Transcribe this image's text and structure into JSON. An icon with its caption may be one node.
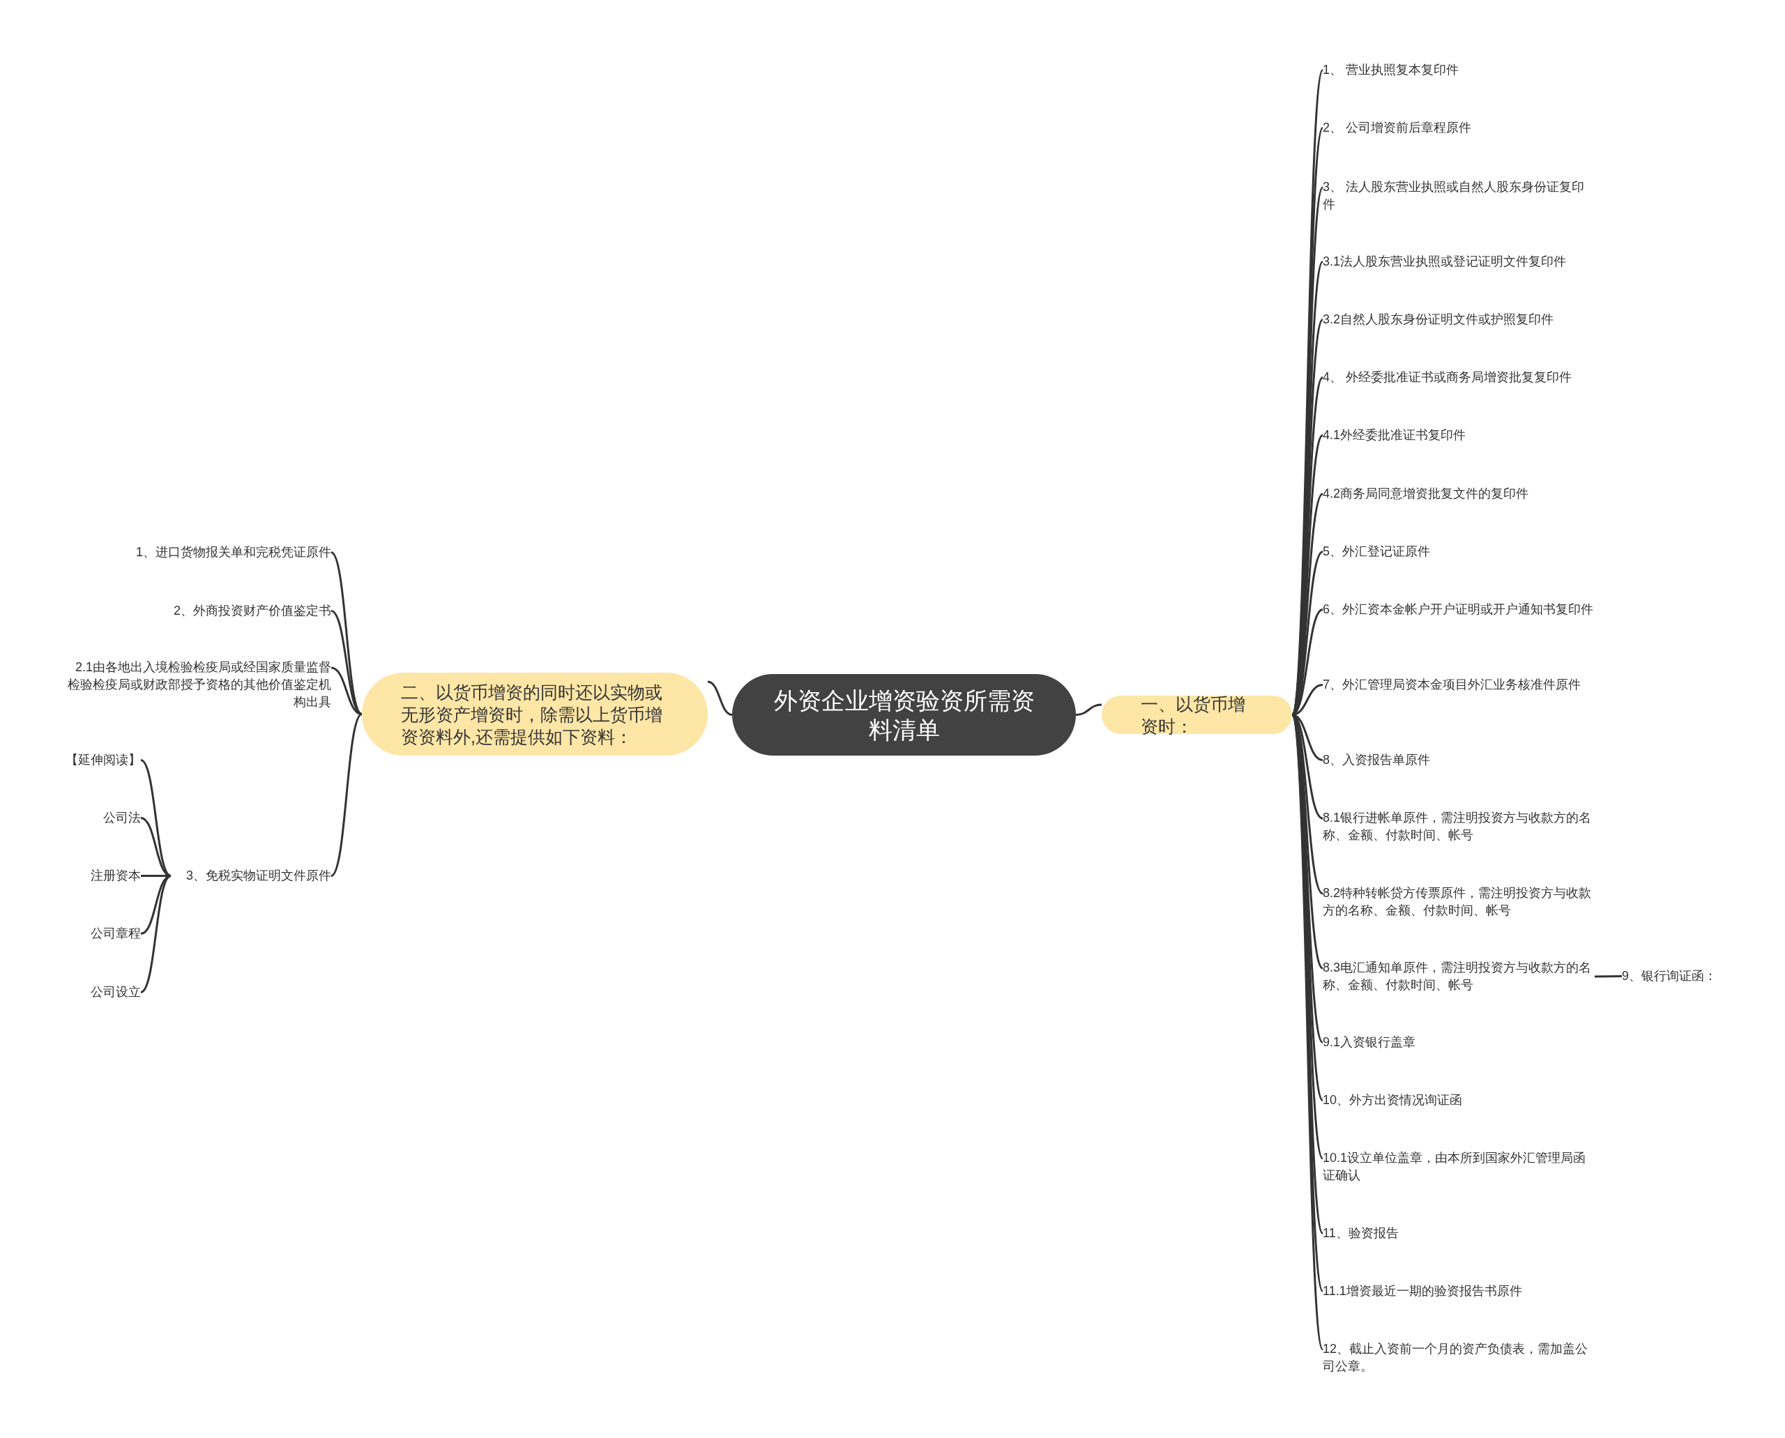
{
  "diagram": {
    "nodes": [
      {
        "text": [
          "外资企业增资验资所需资料清单"
        ]
      },
      {
        "text": [
          "一、以货币增资时："
        ]
      },
      {
        "text": [
          "1、 营业执照复本复印件"
        ]
      },
      {
        "text": [
          "2、 公司增资前后章程原件"
        ]
      },
      {
        "text": [
          "3、 法人股东营业执照或自然人股东身份证复印件"
        ]
      },
      {
        "text": [
          "3.1法人股东营业执照或登记证明文件复印件"
        ]
      },
      {
        "text": [
          "3.2自然人股东身份证明文件或护照复印件"
        ]
      },
      {
        "text": [
          "4、 外经委批准证书或商务局增资批复复印件"
        ]
      },
      {
        "text": [
          "4.1外经委批准证书复印件"
        ]
      },
      {
        "text": [
          "4.2商务局同意增资批复文件的复印件"
        ]
      },
      {
        "text": [
          "5、外汇登记证原件"
        ]
      },
      {
        "text": [
          "6、外汇资本金帐户开户证明或开户通知书复印件"
        ]
      },
      {
        "text": [
          "7、外汇管理局资本金项目外汇业务核准件原件"
        ]
      },
      {
        "text": [
          "8、入资报告单原件"
        ]
      },
      {
        "text": [
          "8.1银行进帐单原件，需注明投资方与收款方的名称、金额、付款时间、帐号"
        ]
      },
      {
        "text": [
          "8.2特种转帐贷方传票原件，需注明投资方与收款方的名称、金额、付款时间、帐号"
        ]
      },
      {
        "text": [
          "8.3电汇通知单原件，需注明投资方与收款方的名称、金额、付款时间、帐号"
        ]
      },
      {
        "text": [
          "9.1入资银行盖章"
        ]
      },
      {
        "text": [
          "10、外方出资情况询证函"
        ]
      },
      {
        "text": [
          "10.1设立单位盖章，由本所到国家外汇管理局函证确认"
        ]
      },
      {
        "text": [
          "11、验资报告"
        ]
      },
      {
        "text": [
          "11.1增资最近一期的验资报告书原件"
        ]
      },
      {
        "text": [
          "12、截止入资前一个月的资产负债表，需加盖公司公章。"
        ]
      },
      {
        "text": [
          "9、银行询证函："
        ]
      },
      {
        "text": [
          "二、以货币增资的同时还以实物或无形资产增资时，除需以上货币增资资料外,还需提供如下资料："
        ]
      },
      {
        "text": [
          "1、进口货物报关单和完税凭证原件"
        ]
      },
      {
        "text": [
          "2、外商投资财产价值鉴定书"
        ]
      },
      {
        "text": [
          "2.1由各地出入境检验检疫局或经国家质量监督检验检疫局或财政部授予资格的其他价值鉴定机构出具"
        ]
      },
      {
        "text": [
          "3、免税实物证明文件原件"
        ]
      },
      {
        "text": [
          "【延伸阅读】"
        ]
      },
      {
        "text": [
          "公司法"
        ]
      },
      {
        "text": [
          "注册资本"
        ]
      },
      {
        "text": [
          "公司章程"
        ]
      },
      {
        "text": [
          "公司设立"
        ]
      }
    ],
    "edges": [
      {
        "from": 0,
        "to": 1,
        "arrow": "none"
      },
      {
        "from": 1,
        "to": 2,
        "arrow": "none"
      },
      {
        "from": 1,
        "to": 3,
        "arrow": "none"
      },
      {
        "from": 1,
        "to": 4,
        "arrow": "none"
      },
      {
        "from": 1,
        "to": 5,
        "arrow": "none"
      },
      {
        "from": 1,
        "to": 6,
        "arrow": "none"
      },
      {
        "from": 1,
        "to": 7,
        "arrow": "none"
      },
      {
        "from": 1,
        "to": 8,
        "arrow": "none"
      },
      {
        "from": 1,
        "to": 9,
        "arrow": "none"
      },
      {
        "from": 1,
        "to": 10,
        "arrow": "none"
      },
      {
        "from": 1,
        "to": 11,
        "arrow": "none"
      },
      {
        "from": 1,
        "to": 12,
        "arrow": "none"
      },
      {
        "from": 1,
        "to": 13,
        "arrow": "none"
      },
      {
        "from": 1,
        "to": 14,
        "arrow": "none"
      },
      {
        "from": 1,
        "to": 15,
        "arrow": "none"
      },
      {
        "from": 1,
        "to": 16,
        "arrow": "none"
      },
      {
        "from": 1,
        "to": 17,
        "arrow": "none"
      },
      {
        "from": 1,
        "to": 18,
        "arrow": "none"
      },
      {
        "from": 1,
        "to": 19,
        "arrow": "none"
      },
      {
        "from": 1,
        "to": 20,
        "arrow": "none"
      },
      {
        "from": 1,
        "to": 21,
        "arrow": "none"
      },
      {
        "from": 1,
        "to": 22,
        "arrow": "none"
      },
      {
        "from": 16,
        "to": 23,
        "arrow": "none"
      },
      {
        "from": 0,
        "to": 24,
        "arrow": "none"
      },
      {
        "from": 24,
        "to": 25,
        "arrow": "none"
      },
      {
        "from": 24,
        "to": 26,
        "arrow": "none"
      },
      {
        "from": 24,
        "to": 27,
        "arrow": "none"
      },
      {
        "from": 24,
        "to": 28,
        "arrow": "none"
      },
      {
        "from": 28,
        "to": 29,
        "arrow": "none"
      },
      {
        "from": 28,
        "to": 30,
        "arrow": "none"
      },
      {
        "from": 28,
        "to": 31,
        "arrow": "none"
      },
      {
        "from": 28,
        "to": 32,
        "arrow": "none"
      },
      {
        "from": 28,
        "to": 33,
        "arrow": "none"
      }
    ]
  }
}
